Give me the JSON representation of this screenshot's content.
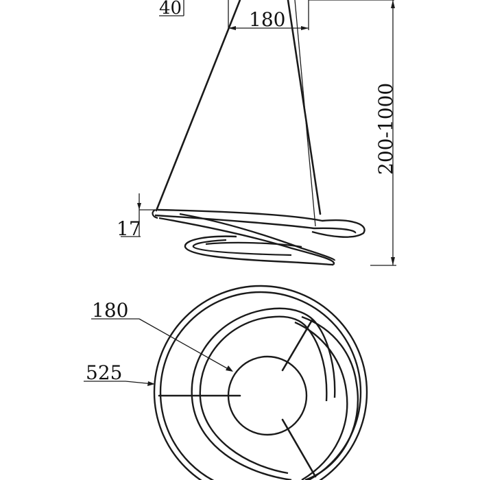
{
  "dimensions": {
    "canopy_height": "40",
    "canopy_diameter": "180",
    "suspension_length": "200-1000",
    "ring_thickness": "17",
    "inner_diameter": "180",
    "outer_diameter": "525"
  },
  "colors": {
    "line": "#1a1a1a",
    "background": "#ffffff"
  }
}
